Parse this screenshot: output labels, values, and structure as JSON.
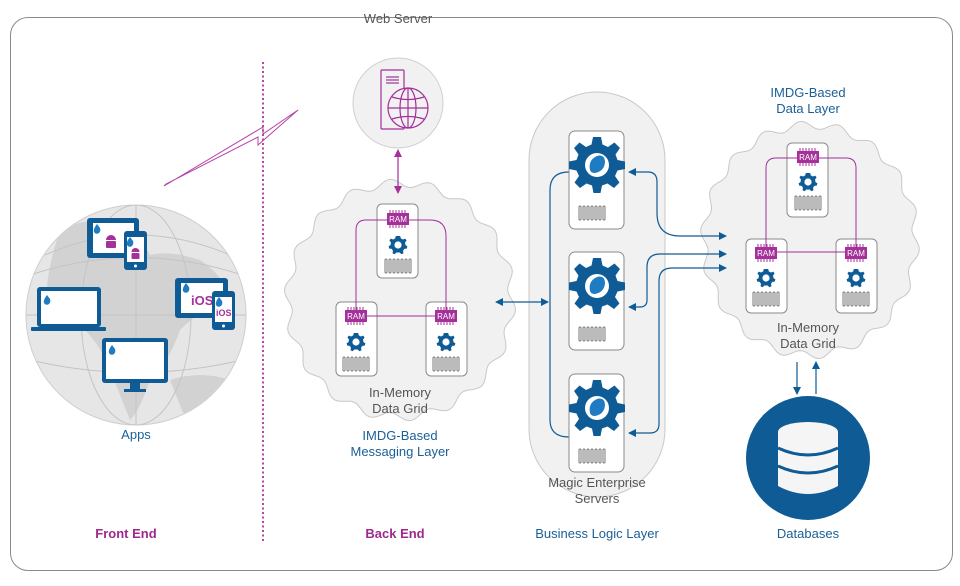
{
  "colors": {
    "blue": "#0f5b96",
    "magenta": "#a4309a",
    "cloud_fill": "#f1f1f1",
    "label_gray": "#555555"
  },
  "sections": {
    "front_end": "Front End",
    "back_end": "Back End",
    "business_logic": "Business Logic Layer",
    "databases": "Databases"
  },
  "apps": {
    "label": "Apps",
    "devices": [
      {
        "type": "tablet",
        "platform": "android-icon"
      },
      {
        "type": "phone",
        "platform": "android-icon"
      },
      {
        "type": "laptop",
        "platform": "magic-logo-icon"
      },
      {
        "type": "tablet",
        "platform": "iOS"
      },
      {
        "type": "phone",
        "platform": "iOS"
      },
      {
        "type": "desktop-monitor",
        "platform": "magic-logo-icon"
      }
    ],
    "ios_label": "iOS"
  },
  "web_server": {
    "label": "Web Server"
  },
  "messaging_layer": {
    "grid_label_1": "In-Memory",
    "grid_label_2": "Data Grid",
    "title_1": "IMDG-Based",
    "title_2": "Messaging Layer",
    "node_chip": "RAM"
  },
  "business_logic": {
    "label_1": "Magic Enterprise",
    "label_2": "Servers",
    "server_count": 3
  },
  "data_layer": {
    "title_1": "IMDG-Based",
    "title_2": "Data Layer",
    "grid_label_1": "In-Memory",
    "grid_label_2": "Data Grid",
    "node_chip": "RAM"
  }
}
